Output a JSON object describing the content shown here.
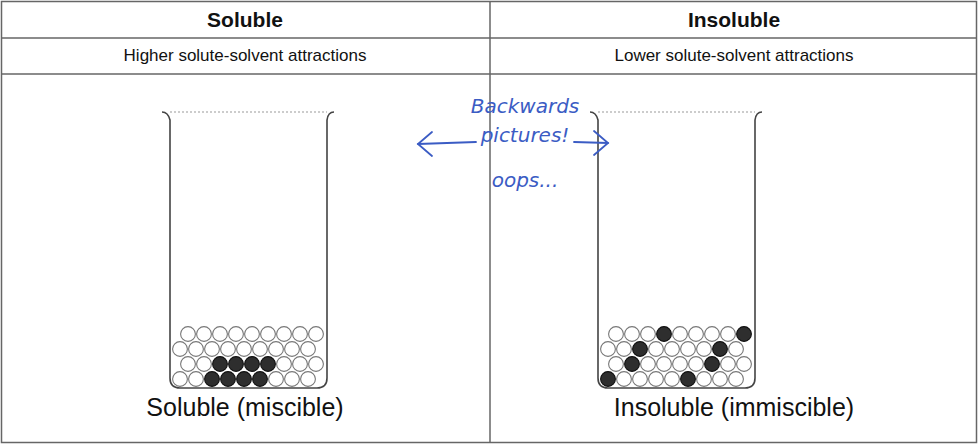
{
  "diagram": {
    "labels": [
      "Soluble",
      "Insoluble",
      "Higher solute-solvent attractions",
      "Lower solute-solvent attractions",
      "Backwards pictures!",
      "oops...",
      "Soluble (miscible)",
      "Insoluble (immiscible)"
    ]
  }
}
